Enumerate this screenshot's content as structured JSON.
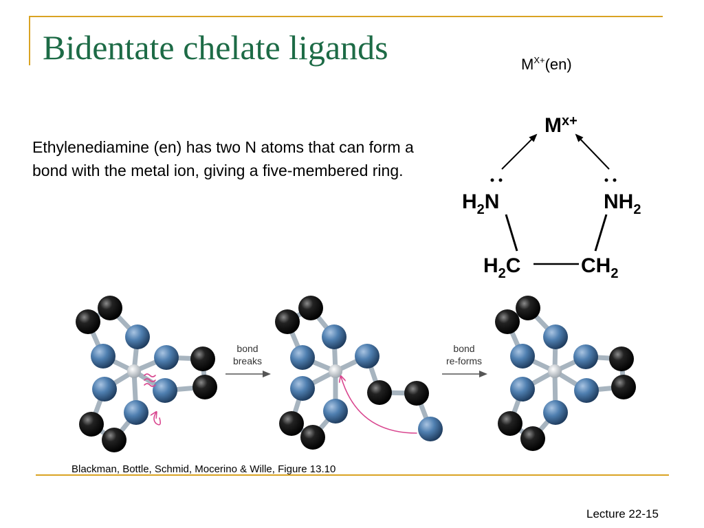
{
  "slide": {
    "title": "Bidentate chelate ligands",
    "formula": {
      "base": "M",
      "charge": "X+",
      "suffix": "(en)"
    },
    "body": "Ethylenediamine (en) has two N atoms that can form a bond with the metal ion, giving a five-membered ring.",
    "diagram": {
      "metal": "M",
      "metal_charge": "x+",
      "left_n": {
        "h": "H",
        "sub": "2",
        "n": "N"
      },
      "right_n": {
        "n": "NH",
        "sub": "2"
      },
      "left_c": {
        "h": "H",
        "sub": "2",
        "c": "C"
      },
      "right_c": {
        "c": "CH",
        "sub": "2"
      }
    },
    "figure": {
      "step1_line1": "bond",
      "step1_line2": "breaks",
      "step2_line1": "bond",
      "step2_line2": "re-forms"
    },
    "caption": "Blackman, Bottle, Schmid, Mocerino & Wille, Figure 13.10",
    "footer": "Lecture 22-15"
  },
  "colors": {
    "title": "#1d6b46",
    "rule": "#d9a322",
    "n_atom": "#3d6b9c",
    "c_atom": "#111111",
    "bond_arrow": "#d9468f"
  }
}
